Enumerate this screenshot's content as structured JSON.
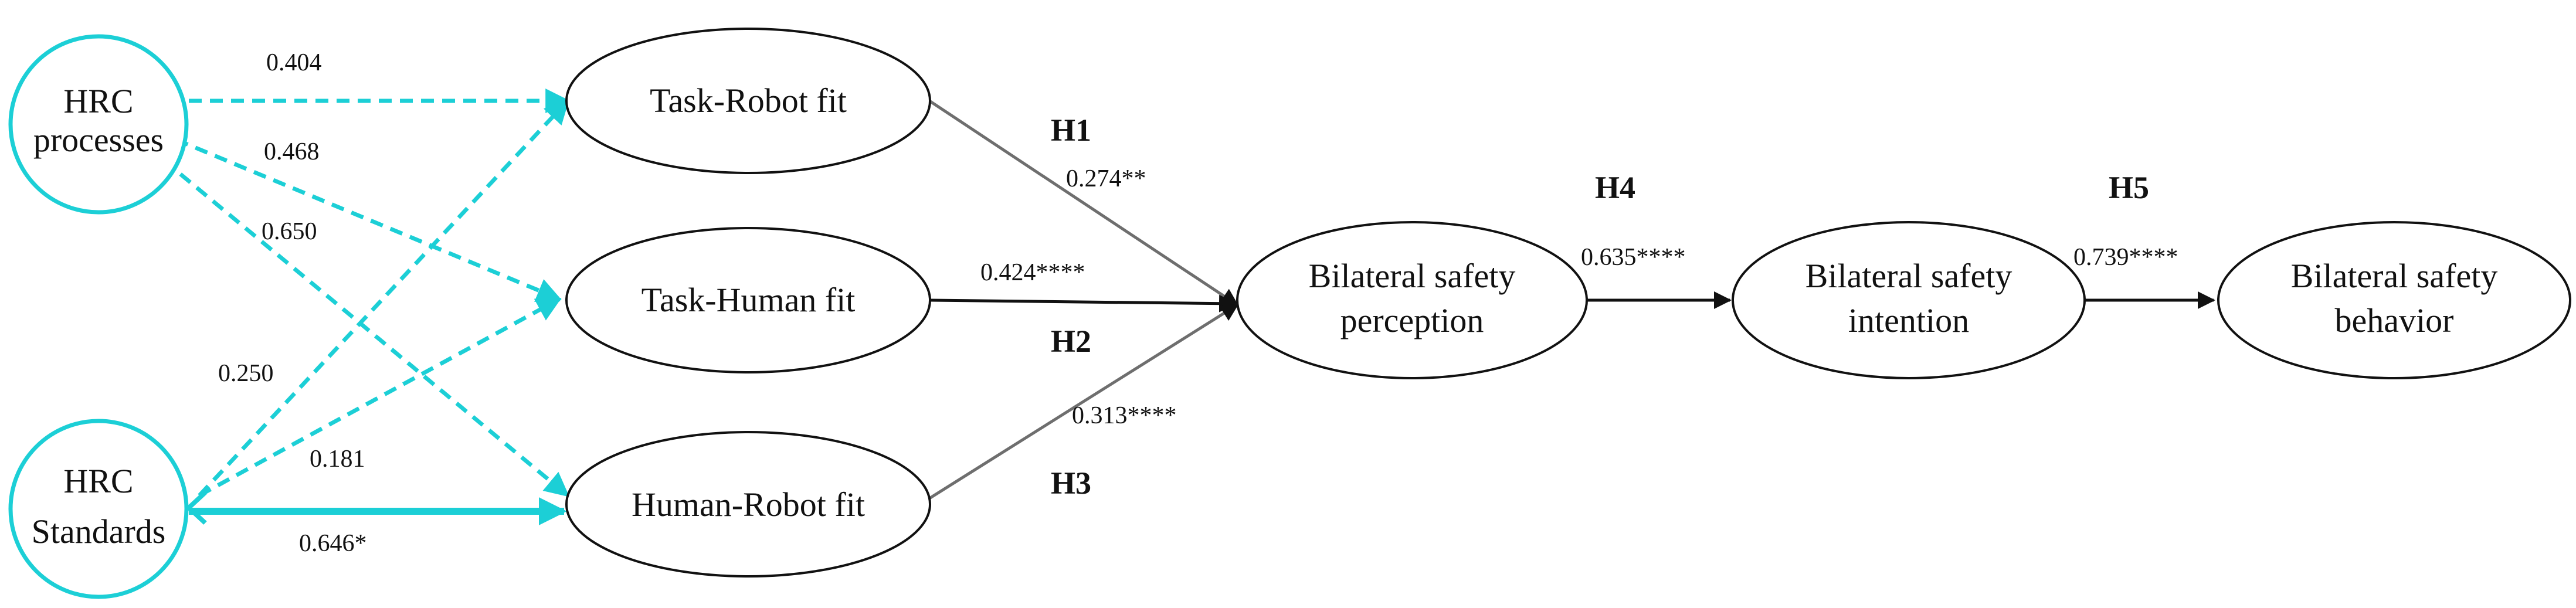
{
  "colors": {
    "cyan": "#1ccfd6",
    "gray_arrow": "#6e6e6e",
    "black": "#111111"
  },
  "nodes": {
    "hrc_processes": {
      "line1": "HRC",
      "line2": "processes"
    },
    "hrc_standards": {
      "line1": "HRC",
      "line2": "Standards"
    },
    "task_robot_fit": {
      "label": "Task-Robot fit"
    },
    "task_human_fit": {
      "label": "Task-Human fit"
    },
    "human_robot_fit": {
      "label": "Human-Robot fit"
    },
    "bilateral_safety_perception": {
      "line1": "Bilateral safety",
      "line2": "perception"
    },
    "bilateral_safety_intention": {
      "line1": "Bilateral safety",
      "line2": "intention"
    },
    "bilateral_safety_behavior": {
      "line1": "Bilateral safety",
      "line2": "behavior"
    }
  },
  "paths": {
    "processes_to_task_robot": "0.404",
    "processes_to_task_human": "0.468",
    "processes_to_human_robot": "0.650",
    "standards_to_task_robot": "0.250",
    "standards_to_task_human": "0.181",
    "standards_to_human_robot": "0.646*",
    "task_robot_to_perception": "0.274**",
    "task_human_to_perception": "0.424****",
    "human_robot_to_perception": "0.313****",
    "perception_to_intention": "0.635****",
    "intention_to_behavior": "0.739****"
  },
  "hypotheses": {
    "h1": "H1",
    "h2": "H2",
    "h3": "H3",
    "h4": "H4",
    "h5": "H5"
  }
}
